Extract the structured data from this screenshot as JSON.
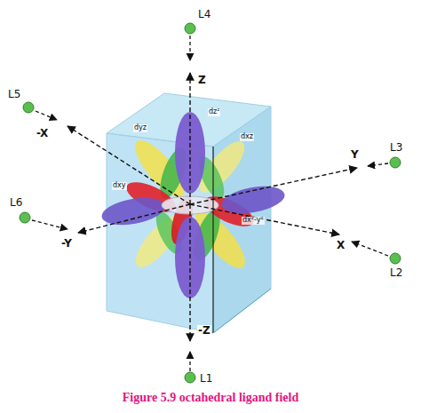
{
  "diagram": {
    "caption": "Figure 5.9 octahedral ligand field",
    "labels": [
      "L4",
      "Z",
      "L5",
      "-X",
      "Y",
      "L3",
      "L6",
      "-Y",
      "X",
      "L2",
      "-Z",
      "L1",
      "dz²",
      "dxz",
      "dyz",
      "dxy",
      "dx²-y²"
    ]
  }
}
